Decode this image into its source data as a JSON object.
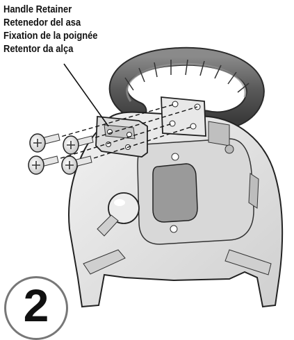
{
  "labels": {
    "en": "Handle Retainer",
    "es": "Retenedor del asa",
    "fr": "Fixation de la poignée",
    "pt": "Retentor da alça"
  },
  "step": {
    "number": "2"
  },
  "icons": [
    "screw-icon",
    "handle-retainer-part",
    "handle-part",
    "seat-back-part"
  ],
  "colors": {
    "plastic": "#e4e4e4",
    "handle": "#5a5a5a",
    "outline": "#222222"
  }
}
